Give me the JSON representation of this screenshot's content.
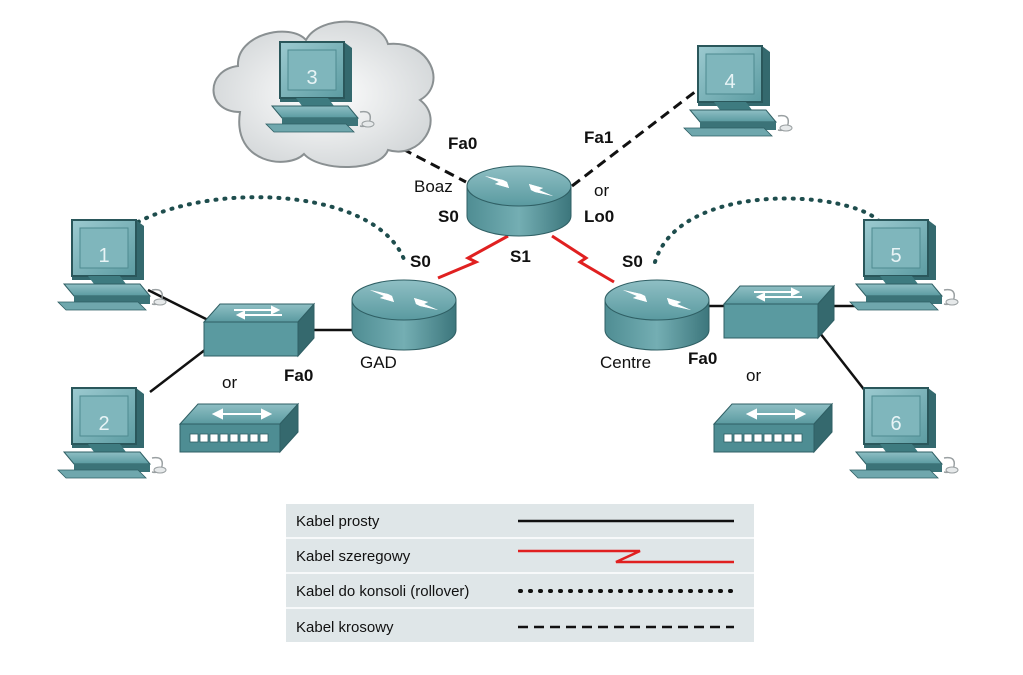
{
  "devices": {
    "router_top": "Boaz",
    "router_left": "GAD",
    "router_right": "Centre",
    "pcs": [
      "1",
      "2",
      "3",
      "4",
      "5",
      "6"
    ]
  },
  "ports": {
    "boaz_fa0": "Fa0",
    "boaz_fa1": "Fa1",
    "boaz_s0": "S0",
    "boaz_s1": "S1",
    "boaz_lo0": "Lo0",
    "gad_s0": "S0",
    "gad_fa0": "Fa0",
    "centre_s0": "S0",
    "centre_fa0": "Fa0"
  },
  "or_labels": {
    "top": "or",
    "left": "or",
    "right": "or"
  },
  "legend": [
    {
      "label": "Kabel prosty",
      "style": "straight"
    },
    {
      "label": "Kabel szeregowy",
      "style": "serial"
    },
    {
      "label": "Kabel do konsoli (rollover)",
      "style": "rollover"
    },
    {
      "label": "Kabel krosowy",
      "style": "crossover"
    }
  ],
  "colors": {
    "device": "#3f7f86",
    "serial": "#e02020",
    "rollover": "#1e4d4d",
    "legend_bg": "#dfe6e8"
  }
}
